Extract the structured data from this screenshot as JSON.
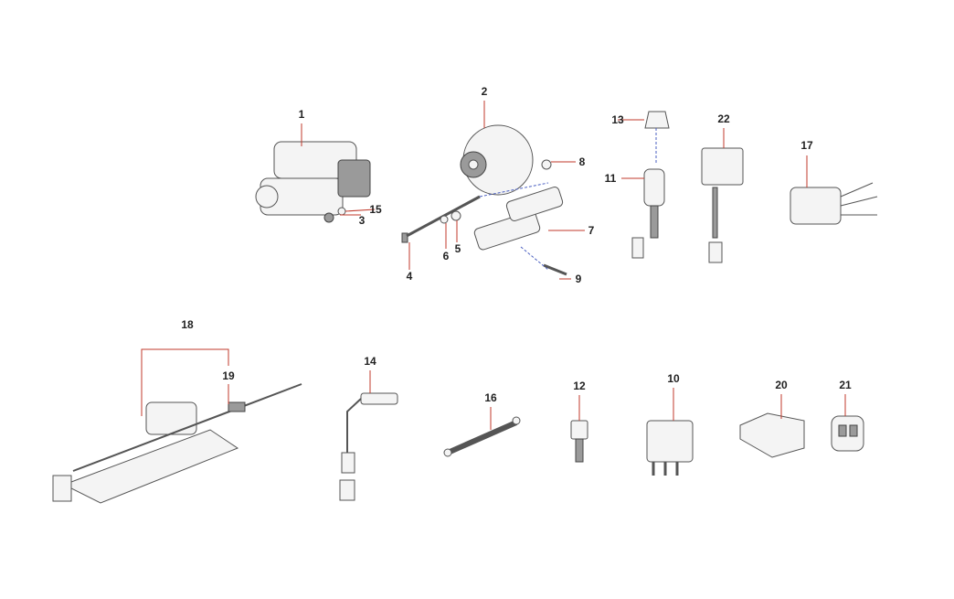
{
  "diagram": {
    "callouts": [
      {
        "id": "1",
        "text": "1"
      },
      {
        "id": "2",
        "text": "2"
      },
      {
        "id": "3",
        "text": "3"
      },
      {
        "id": "4",
        "text": "4"
      },
      {
        "id": "5",
        "text": "5"
      },
      {
        "id": "6",
        "text": "6"
      },
      {
        "id": "7",
        "text": "7"
      },
      {
        "id": "8",
        "text": "8"
      },
      {
        "id": "9",
        "text": "9"
      },
      {
        "id": "10",
        "text": "10"
      },
      {
        "id": "11",
        "text": "11"
      },
      {
        "id": "12",
        "text": "12"
      },
      {
        "id": "13",
        "text": "13"
      },
      {
        "id": "14",
        "text": "14"
      },
      {
        "id": "15",
        "text": "15"
      },
      {
        "id": "16",
        "text": "16"
      },
      {
        "id": "17",
        "text": "17"
      },
      {
        "id": "18",
        "text": "18"
      },
      {
        "id": "19",
        "text": "19"
      },
      {
        "id": "20",
        "text": "20"
      },
      {
        "id": "21",
        "text": "21"
      },
      {
        "id": "22",
        "text": "22"
      }
    ],
    "colors": {
      "leader": "#c0392b",
      "guide": "#4a5fc1",
      "label": "#222222"
    }
  }
}
